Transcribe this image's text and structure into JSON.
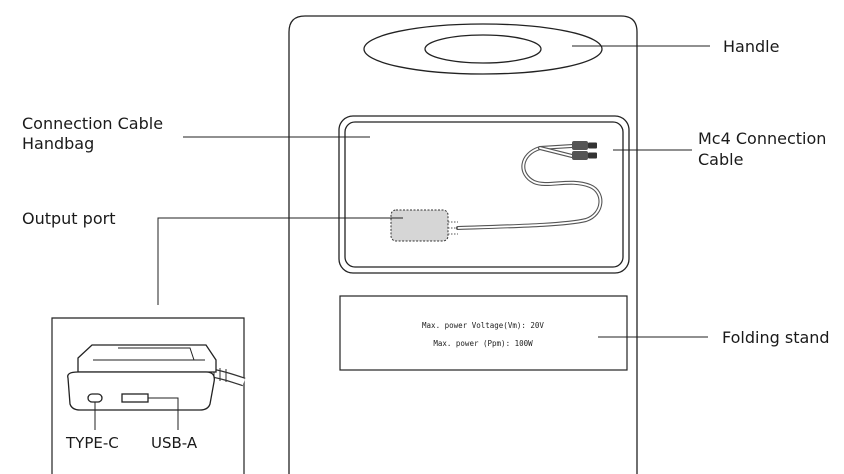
{
  "labels": {
    "handle": "Handle",
    "handbag_line1": "Connection Cable",
    "handbag_line2": "Handbag",
    "mc4_line1": "Mc4 Connection",
    "mc4_line2": "Cable",
    "output_port": "Output port",
    "folding_stand": "Folding stand",
    "type_c": "TYPE-C",
    "usb_a": "USB-A"
  },
  "spec_plate": {
    "line1": "Max. power Voltage(Vm): 20V",
    "line2": "Max. power (Ppm): 100W"
  }
}
